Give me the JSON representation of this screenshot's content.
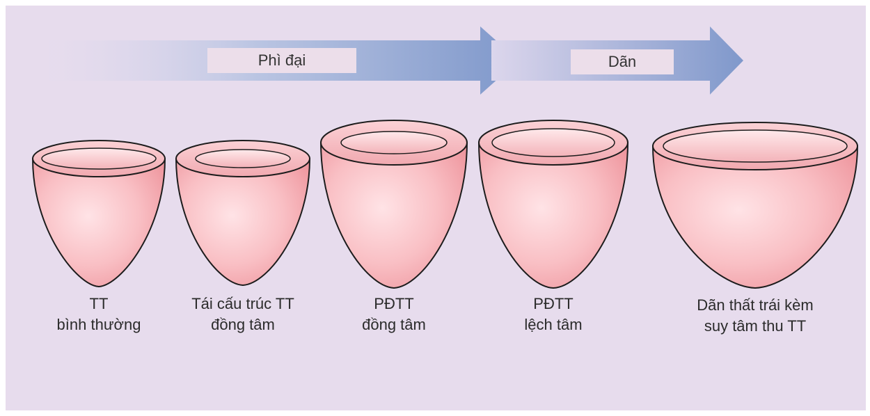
{
  "colors": {
    "background": "#e7dced",
    "arrow_start": "#dcd4ea",
    "arrow_end": "#7f98cb",
    "label_box": "#ecdeea",
    "heart_fill": "#f4a4ab",
    "heart_fill_light": "#ffd9dc",
    "heart_outline": "#1c1c1c"
  },
  "arrows": [
    {
      "label": "Phì đại"
    },
    {
      "label": "Dãn"
    }
  ],
  "hearts": [
    {
      "line1": "TT",
      "line2": "bình thường"
    },
    {
      "line1": "Tái cấu trúc TT",
      "line2": "đồng tâm"
    },
    {
      "line1": "PĐTT",
      "line2": "đồng tâm"
    },
    {
      "line1": "PĐTT",
      "line2": "lệch tâm"
    },
    {
      "line1": "Dãn thất trái kèm",
      "line2": "suy tâm thu TT"
    }
  ]
}
